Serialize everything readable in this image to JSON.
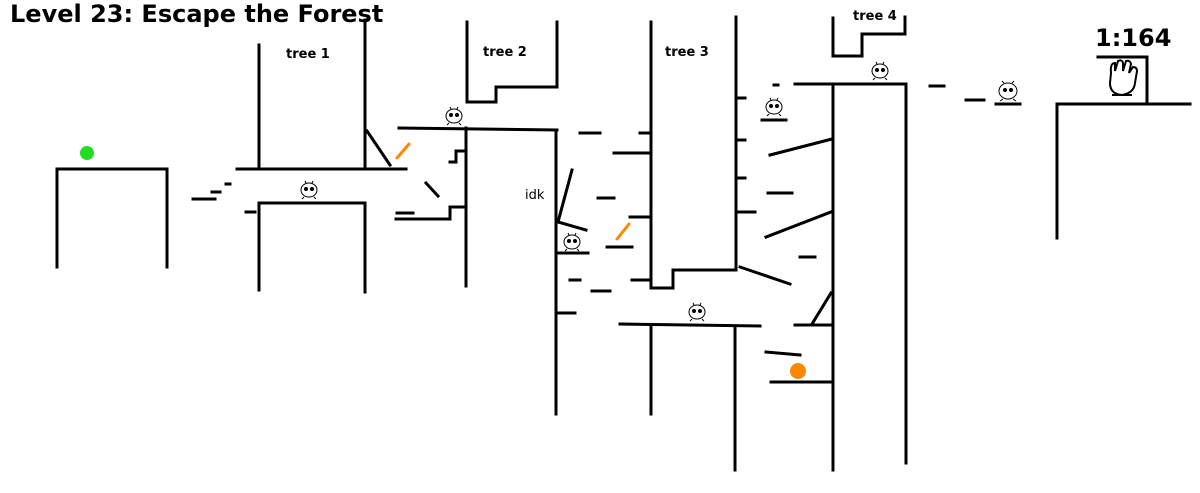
{
  "level": {
    "title": "Level 23: Escape the Forest"
  },
  "timer": {
    "value": "1:164"
  },
  "labels": {
    "tree1": "tree 1",
    "tree2": "tree 2",
    "tree3": "tree 3",
    "tree4": "tree 4",
    "idk": "idk"
  },
  "colors": {
    "line": "#000000",
    "player": "#22dd22",
    "orb": "#ff8800",
    "hazard": "#ff8800"
  },
  "icons": {
    "player": "green-blob",
    "enemy": "white-creature",
    "goal": "glove-hand",
    "orb": "orange-ball"
  }
}
